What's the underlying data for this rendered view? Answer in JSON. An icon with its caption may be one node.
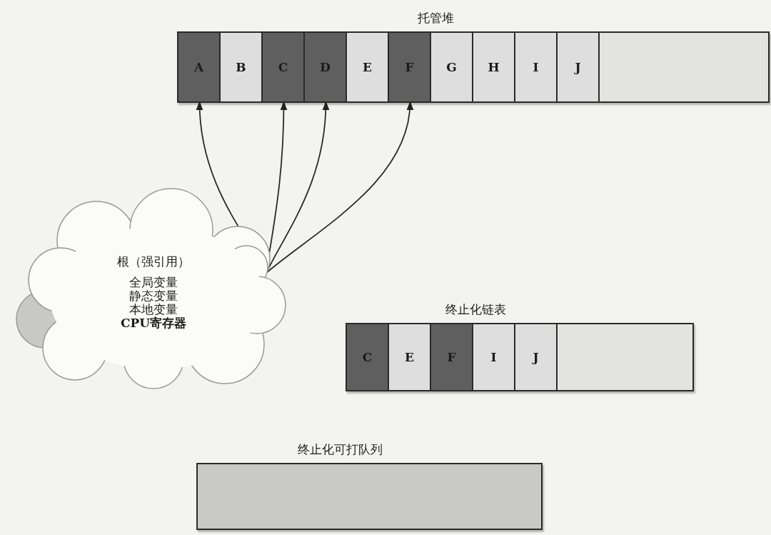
{
  "diagram": {
    "nodes": [
      {
        "text": [
          "托管堆"
        ]
      },
      {
        "text": [
          "A"
        ],
        "in": 0
      },
      {
        "text": [
          "B"
        ],
        "in": 0
      },
      {
        "text": [
          "C"
        ],
        "in": 0
      },
      {
        "text": [
          "D"
        ],
        "in": 0
      },
      {
        "text": [
          "E"
        ],
        "in": 0
      },
      {
        "text": [
          "F"
        ],
        "in": 0
      },
      {
        "text": [
          "G"
        ],
        "in": 0
      },
      {
        "text": [
          "H"
        ],
        "in": 0
      },
      {
        "text": [
          "I"
        ],
        "in": 0
      },
      {
        "text": [
          "J"
        ],
        "in": 0
      },
      {
        "text": [],
        "shape": "box",
        "in": 0
      },
      {
        "text": [
          "根（强引用）",
          "全局变量",
          "静态变量",
          "本地变量",
          "CPU寄存器"
        ]
      },
      {
        "text": [
          "终止化链表"
        ]
      },
      {
        "text": [
          "C"
        ],
        "in": 13
      },
      {
        "text": [
          "E"
        ],
        "in": 13
      },
      {
        "text": [
          "F"
        ],
        "in": 13
      },
      {
        "text": [
          "I"
        ],
        "in": 13
      },
      {
        "text": [
          "J"
        ],
        "in": 13
      },
      {
        "text": [],
        "shape": "box",
        "in": 13
      },
      {
        "text": [
          "终止化可打队列"
        ]
      }
    ],
    "edges": [
      {
        "from": 12,
        "to": 1,
        "arrow": "to"
      },
      {
        "from": 12,
        "to": 3,
        "arrow": "to"
      },
      {
        "from": 12,
        "to": 4,
        "arrow": "to"
      },
      {
        "from": 12,
        "to": 6,
        "arrow": "to"
      }
    ]
  }
}
